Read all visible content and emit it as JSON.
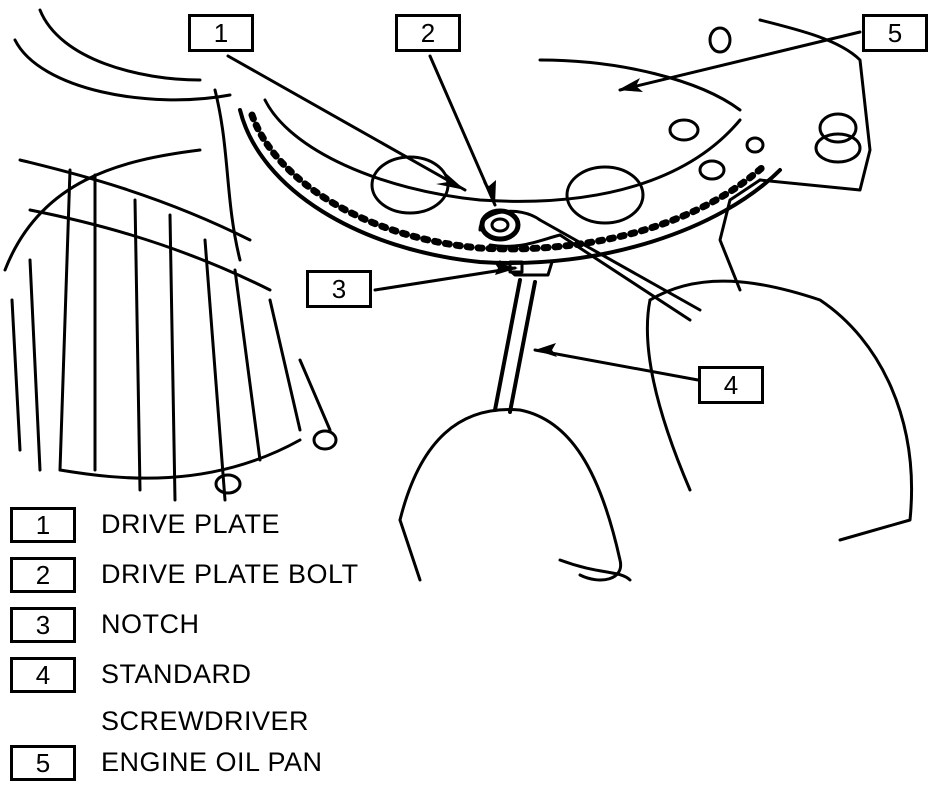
{
  "callouts": [
    {
      "number": "1"
    },
    {
      "number": "2"
    },
    {
      "number": "3"
    },
    {
      "number": "4"
    },
    {
      "number": "5"
    }
  ],
  "legend": [
    {
      "number": "1",
      "label": "DRIVE PLATE"
    },
    {
      "number": "2",
      "label": "DRIVE PLATE BOLT"
    },
    {
      "number": "3",
      "label": "NOTCH"
    },
    {
      "number": "4",
      "label": "STANDARD\nSCREWDRIVER"
    },
    {
      "number": "5",
      "label": "ENGINE OIL PAN"
    }
  ],
  "colors": {
    "ink": "#000000",
    "paper": "#ffffff"
  }
}
